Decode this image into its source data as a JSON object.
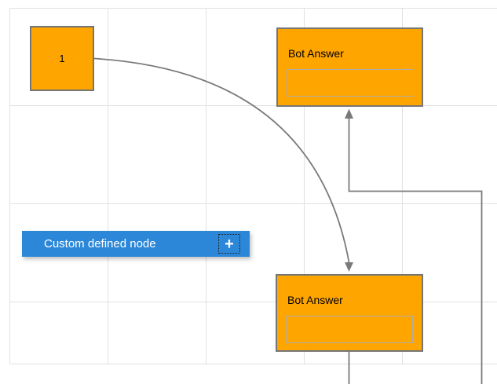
{
  "canvas": {
    "background": "#ffffff",
    "grid_color": "#e1e1e1",
    "connector_color": "#7a7a7a"
  },
  "nodes": {
    "start": {
      "label": "1",
      "fill": "#ffa500",
      "stroke": "#757575"
    },
    "bot_answer_top": {
      "title": "Bot Answer",
      "input_value": "",
      "input_placeholder": "",
      "fill": "#ffa500",
      "stroke": "#757575"
    },
    "bot_answer_bottom": {
      "title": "Bot Answer",
      "input_value": "",
      "input_placeholder": "",
      "fill": "#ffa500",
      "stroke": "#757575"
    },
    "custom": {
      "label": "Custom defined node",
      "fill": "#2c87d8",
      "text_color": "#ffffff",
      "plus_icon": "+"
    }
  }
}
